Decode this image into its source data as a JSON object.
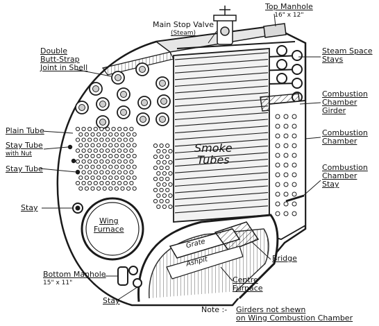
{
  "labels": {
    "main_stop_valve": "Main Stop Valve",
    "main_stop_valve_sub": "(Steam)",
    "top_manhole": "Top Manhole",
    "top_manhole_dim": "16\" x 12\"",
    "double_strap_1": "Double",
    "double_strap_2": "Butt-Strap",
    "double_strap_3": "Joint in Shell",
    "steam_space_1": "Steam Space",
    "steam_space_2": "Stays",
    "combustion_girder_1": "Combustion",
    "combustion_girder_2": "Chamber",
    "combustion_girder_3": "Girder",
    "plain_tube": "Plain Tube",
    "stay_tube_nut_1": "Stay Tube",
    "stay_tube_nut_2": "with Nut",
    "stay_tube": "Stay Tube",
    "smoke_tubes_1": "Smoke",
    "smoke_tubes_2": "Tubes",
    "combustion_chamber_1": "Combustion",
    "combustion_chamber_2": "Chamber",
    "combustion_chamber_stay_1": "Combustion",
    "combustion_chamber_stay_2": "Chamber",
    "combustion_chamber_stay_3": "Stay",
    "stay_left": "Stay",
    "wing_furnace_1": "Wing",
    "wing_furnace_2": "Furnace",
    "grate": "Grate",
    "ashpit": "Ashpit",
    "bridge": "Bridge",
    "bottom_manhole": "Bottom Manhole",
    "bottom_manhole_dim": "15\" x 11\"",
    "stay_bottom": "Stay",
    "centre_furnace_1": "Centre",
    "centre_furnace_2": "Furnace",
    "note_label": "Note :-",
    "note_line_1": "Girders not shewn",
    "note_line_2": "on Wing Combustion Chamber"
  },
  "colors": {
    "ink": "#1a1a1a",
    "paper": "#ffffff",
    "shade": "#d9d9d9"
  }
}
